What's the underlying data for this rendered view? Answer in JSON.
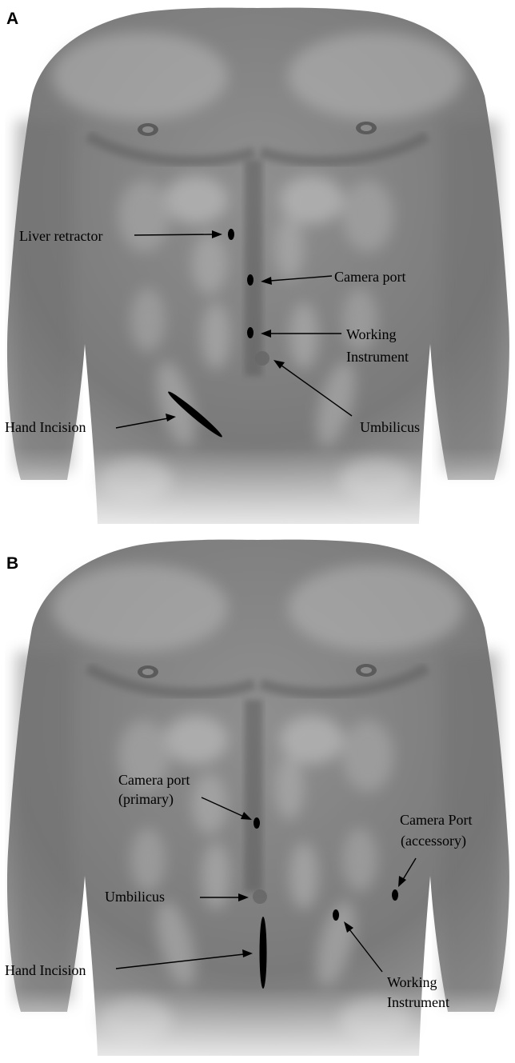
{
  "panel_a": {
    "letter": "A",
    "labels": {
      "liver_retractor": "Liver retractor",
      "camera_port": "Camera port",
      "working_1": "Working",
      "working_2": "Instrument",
      "umbilicus": "Umbilicus",
      "hand_incision": "Hand Incision"
    }
  },
  "panel_b": {
    "letter": "B",
    "labels": {
      "camera_primary_1": "Camera port",
      "camera_primary_2": "(primary)",
      "camera_accessory_1": "Camera Port",
      "camera_accessory_2": "(accessory)",
      "umbilicus": "Umbilicus",
      "hand_incision": "Hand Incision",
      "working_1": "Working",
      "working_2": "Instrument"
    }
  }
}
